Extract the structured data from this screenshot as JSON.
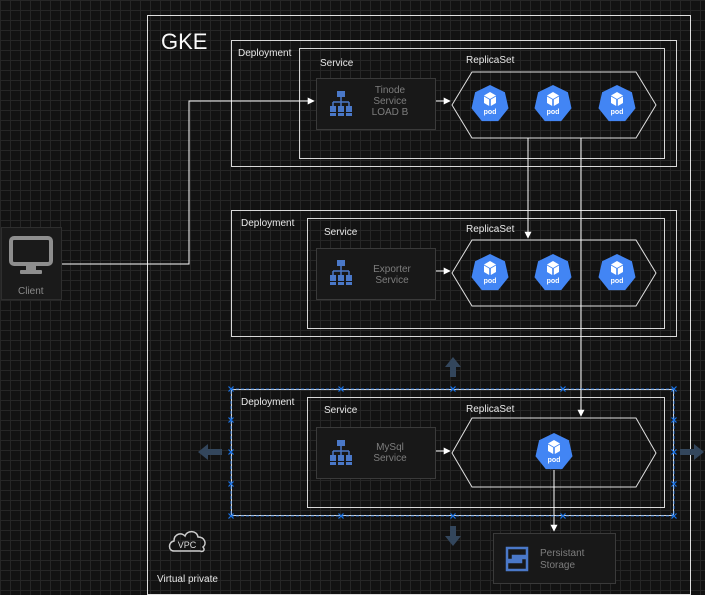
{
  "gke": {
    "title": "GKE"
  },
  "client": {
    "label": "Client"
  },
  "vpc": {
    "icon_text": "VPC",
    "label": "Virtual private"
  },
  "deployments": [
    {
      "label": "Deployment",
      "service_label": "Service",
      "service_name_lines": [
        "Tinode",
        "Service",
        "LOAD B"
      ],
      "replicaset_label": "ReplicaSet",
      "pods": [
        "pod",
        "pod",
        "pod"
      ]
    },
    {
      "label": "Deployment",
      "service_label": "Service",
      "service_name_lines": [
        "Exporter",
        "Service"
      ],
      "replicaset_label": "ReplicaSet",
      "pods": [
        "pod",
        "pod",
        "pod"
      ]
    },
    {
      "label": "Deployment",
      "service_label": "Service",
      "service_name_lines": [
        "MySql",
        "Service"
      ],
      "replicaset_label": "ReplicaSet",
      "pods": [
        "pod"
      ]
    }
  ],
  "storage": {
    "lines": [
      "Persistant",
      "Storage"
    ]
  },
  "colors": {
    "pod_blue": "#4285f4",
    "service_icon": "#4a78c8",
    "line": "#ffffff",
    "selection": "#1a73e8"
  }
}
